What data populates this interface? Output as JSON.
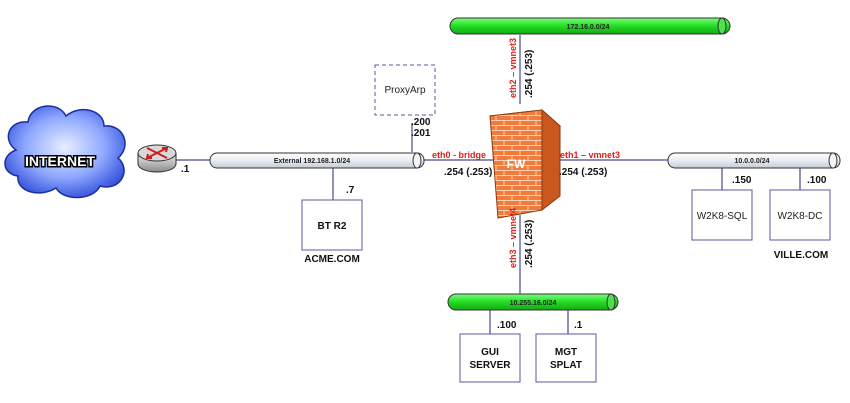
{
  "internet": {
    "label": "INTERNET",
    "router_ip": ".1"
  },
  "segments": {
    "external": "External 192.168.1.0/24",
    "dmz": "172.16.0.0/24",
    "internal": "10.0.0.0/24",
    "mgmt": "10.255.16.0/24"
  },
  "firewall": {
    "label": "FW",
    "eth0": "eth0 - bridge",
    "eth0_ip": ".254 (.253)",
    "eth1": "eth1 – vmnet3",
    "eth1_ip": ".254 (.253)",
    "eth2": "eth2 – vmnet3",
    "eth2_ip": ".254 (.253)",
    "eth3": "eth3 – vmnet4",
    "eth3_ip": ".254 (.253)"
  },
  "proxyarp": {
    "label": "ProxyArp",
    "ip1": ".200",
    "ip2": ".201"
  },
  "hosts": {
    "btr2": {
      "label": "BT R2",
      "ip": ".7"
    },
    "w2k8sql": {
      "label": "W2K8-SQL",
      "ip": ".150"
    },
    "w2k8dc": {
      "label": "W2K8-DC",
      "ip": ".100"
    },
    "gui": {
      "line1": "GUI",
      "line2": "SERVER",
      "ip": ".100"
    },
    "mgt": {
      "line1": "MGT",
      "line2": "SPLAT",
      "ip": ".1"
    }
  },
  "domains": {
    "acme": "ACME.COM",
    "ville": "VILLE.COM"
  },
  "colors": {
    "green_segment": "#22dd22",
    "grey_segment": "#eef0f4",
    "firewall": "#f07b3a",
    "accent_red": "#e0201b"
  }
}
